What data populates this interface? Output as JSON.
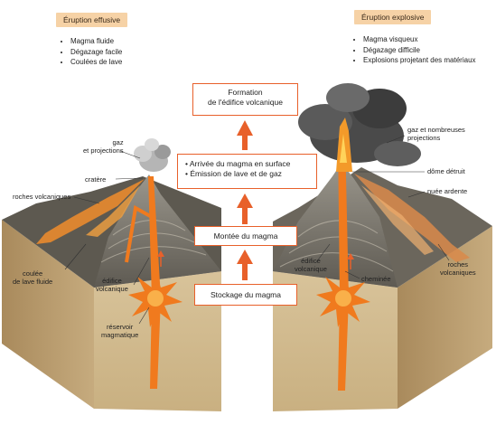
{
  "effusive": {
    "title": "Éruption effusive",
    "bullets": [
      "Magma fluide",
      "Dégazage facile",
      "Coulées de lave"
    ]
  },
  "explosive": {
    "title": "Éruption explosive",
    "bullets": [
      "Magma visqueux",
      "Dégazage difficile",
      "Explosions projetant des matériaux"
    ]
  },
  "flow": {
    "formation": [
      "Formation",
      "de l'édifice volcanique"
    ],
    "arrival": [
      "Arrivée du magma en surface",
      "Émission de lave et de gaz"
    ],
    "ascent": "Montée du magma",
    "storage": "Stockage du magma"
  },
  "labels_left": {
    "gas": [
      "gaz",
      "et projections"
    ],
    "crater": "cratère",
    "volcanic_rocks": "roches volcaniques",
    "lava_flow": [
      "coulée",
      "de lave fluide"
    ],
    "edifice": [
      "édifice",
      "volcanique"
    ],
    "reservoir": [
      "réservoir",
      "magmatique"
    ]
  },
  "labels_right": {
    "gas": [
      "gaz et nombreuses",
      "projections"
    ],
    "dome": "dôme détruit",
    "cloud": "nuée ardente",
    "edifice": [
      "édifice",
      "volcanique"
    ],
    "chimney": "cheminée",
    "rocks": [
      "roches",
      "volcaniques"
    ]
  },
  "colors": {
    "accent": "#e8602a",
    "tag_bg": "#f6d2a6",
    "lava": "#f07a1e",
    "rock_side": "#b79a6a",
    "slope": "#8a8476"
  }
}
